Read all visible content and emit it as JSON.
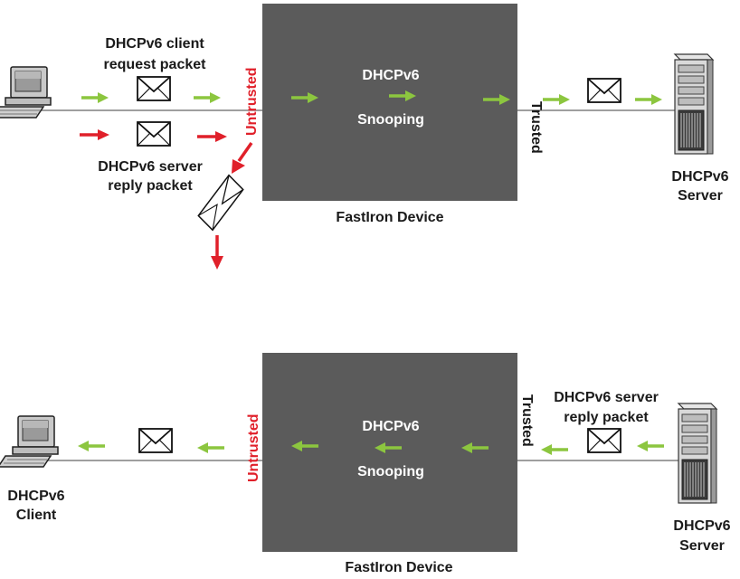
{
  "colors": {
    "device_fill": "#5b5b5b",
    "allowed_arrow": "#8cc63f",
    "blocked_arrow": "#e0202a",
    "port_label": "#e0202a",
    "text": "#1a1a1a"
  },
  "top": {
    "device_label": "FastIron Device",
    "device_line1": "DHCPv6",
    "device_line2": "Snooping",
    "untrusted_label": "Untrusted",
    "trusted_label": "Trusted",
    "client_request_line1": "DHCPv6 client",
    "client_request_line2": "request packet",
    "server_reply_line1": "DHCPv6 server",
    "server_reply_line2": "reply packet",
    "server_line1": "DHCPv6",
    "server_line2": "Server"
  },
  "bottom": {
    "device_label": "FastIron Device",
    "device_line1": "DHCPv6",
    "device_line2": "Snooping",
    "untrusted_label": "Untrusted",
    "trusted_label": "Trusted",
    "server_reply_line1": "DHCPv6 server",
    "server_reply_line2": "reply packet",
    "client_line1": "DHCPv6",
    "client_line2": "Client",
    "server_line1": "DHCPv6",
    "server_line2": "Server"
  }
}
